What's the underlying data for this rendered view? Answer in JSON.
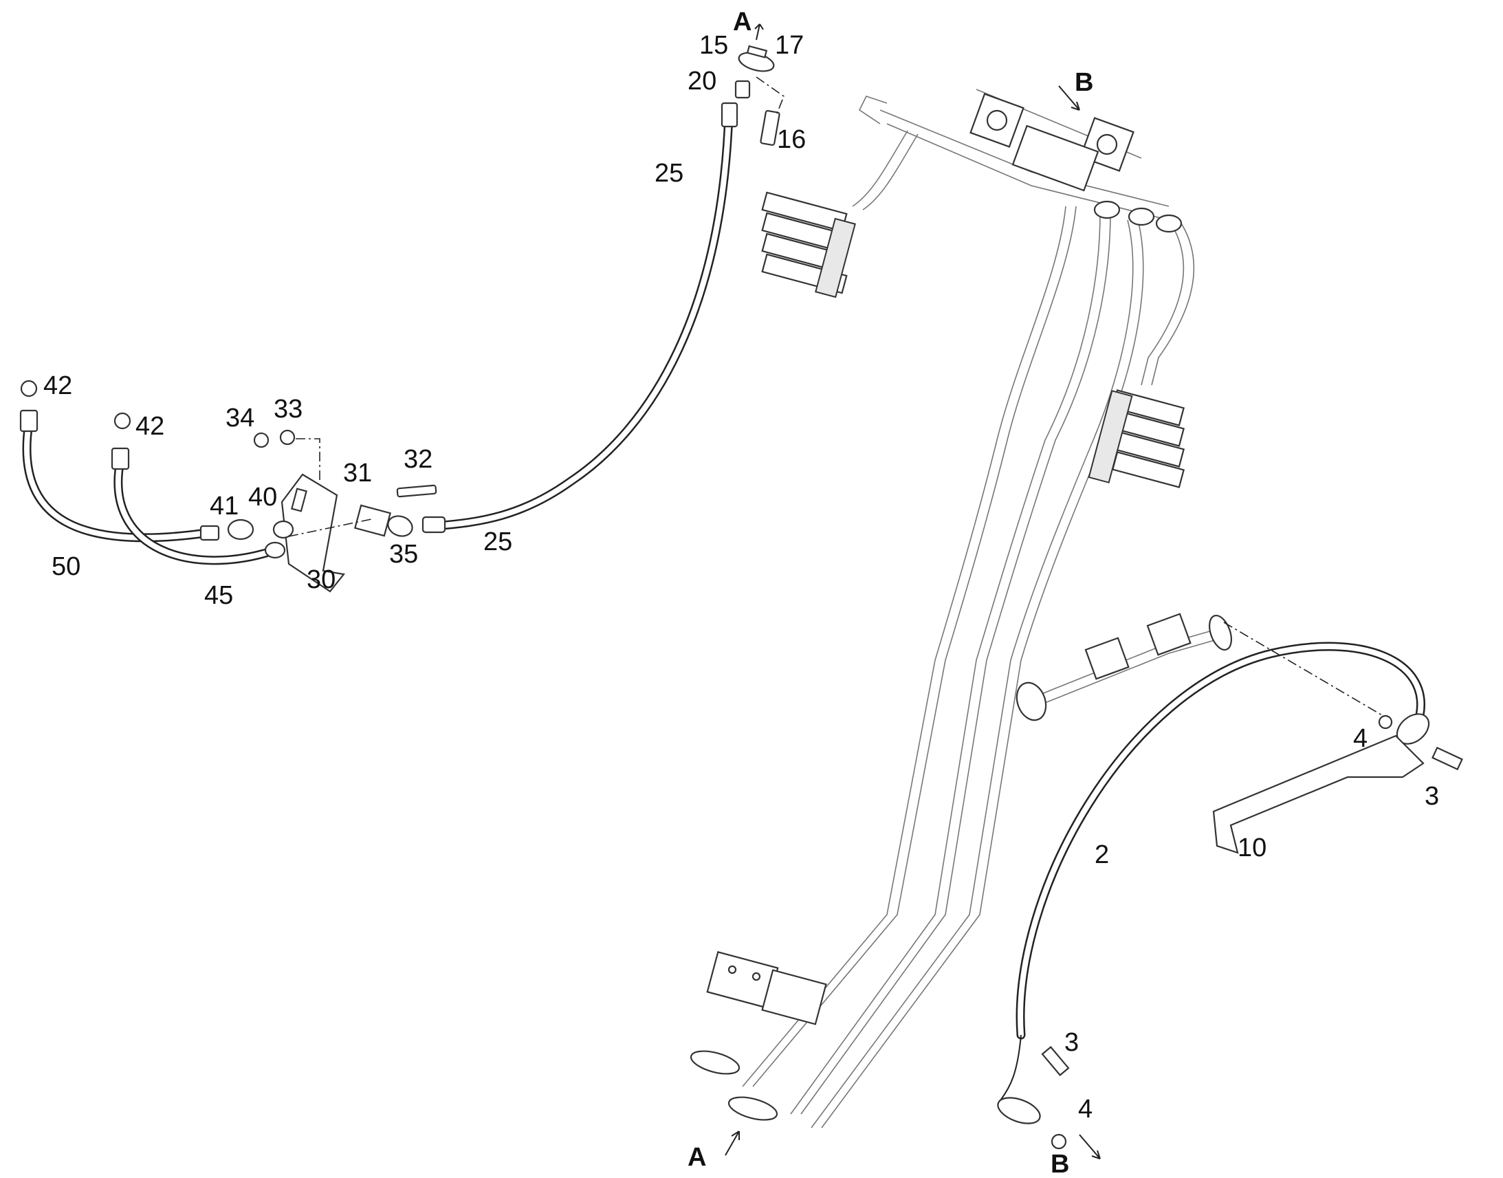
{
  "diagram": {
    "callouts": {
      "c2": "2",
      "c3a": "3",
      "c3b": "3",
      "c4a": "4",
      "c4b": "4",
      "c10": "10",
      "c15": "15",
      "c16": "16",
      "c17": "17",
      "c20": "20",
      "c25a": "25",
      "c25b": "25",
      "c30": "30",
      "c31": "31",
      "c32": "32",
      "c33": "33",
      "c34": "34",
      "c35": "35",
      "c40": "40",
      "c41": "41",
      "c42a": "42",
      "c42b": "42",
      "c45": "45",
      "c50": "50"
    },
    "view_markers": {
      "a_top": "A",
      "a_bottom": "A",
      "b_top": "B",
      "b_bottom": "B"
    }
  }
}
